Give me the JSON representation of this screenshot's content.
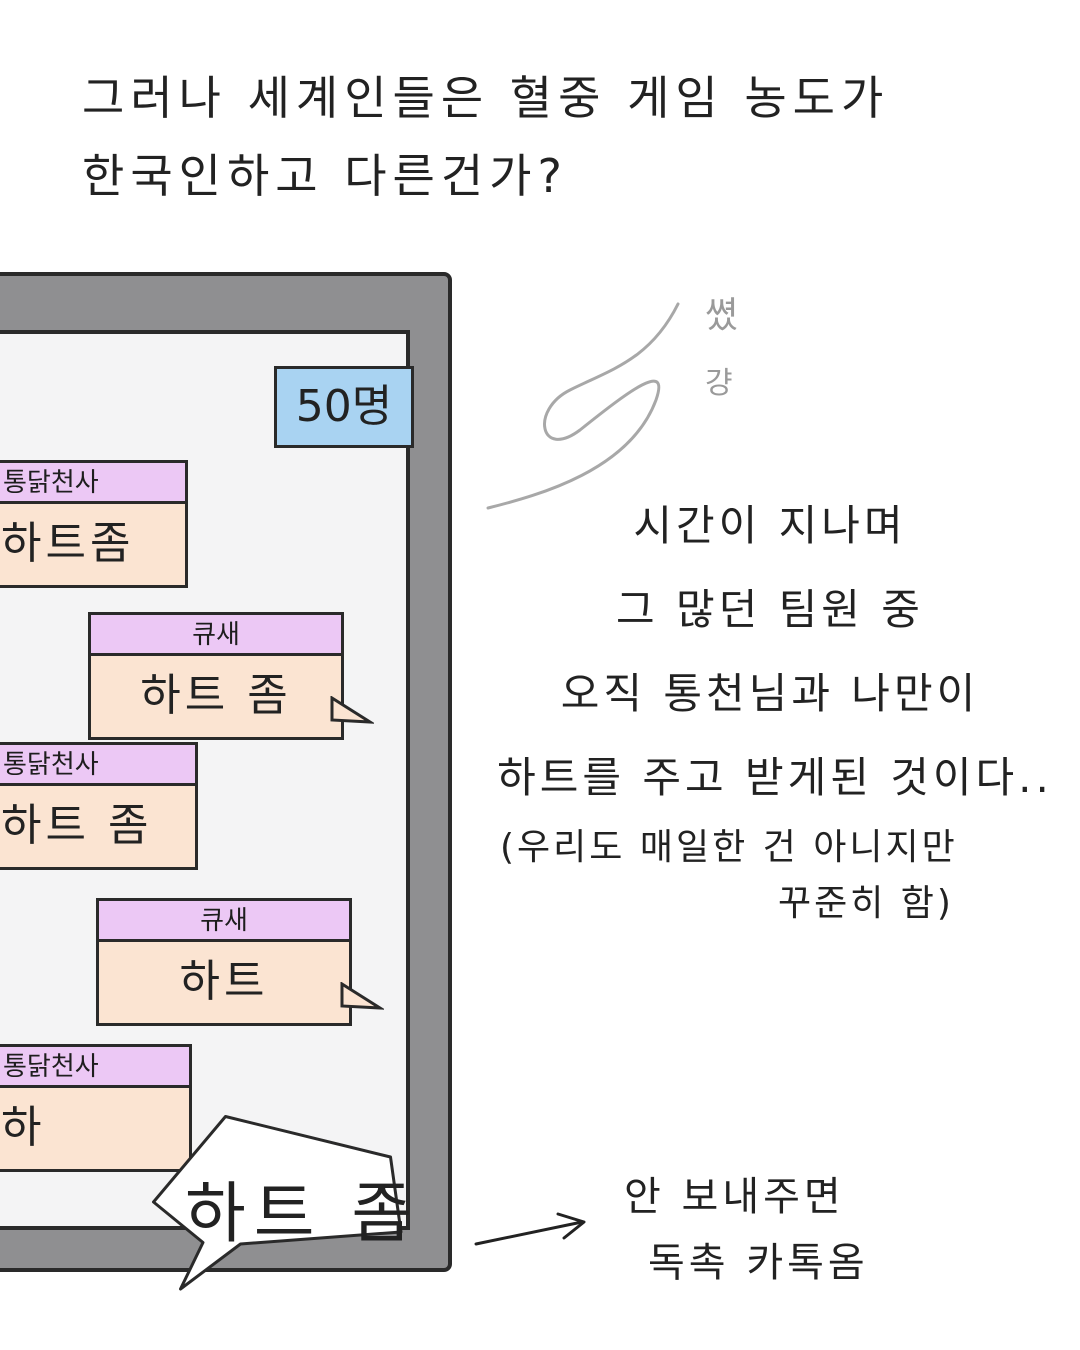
{
  "caption": {
    "line1": "그러나 세계인들은 혈중 게임 농도가",
    "line2": "한국인하고 다른건가?"
  },
  "phone": {
    "member_count": "50명",
    "messages": [
      {
        "sender": "통닭천사",
        "text": "하트좀",
        "side": "left"
      },
      {
        "sender": "큐새",
        "text": "하트 좀",
        "side": "right"
      },
      {
        "sender": "통닭천사",
        "text": "하트 좀",
        "side": "left"
      },
      {
        "sender": "큐새",
        "text": "하트",
        "side": "right"
      },
      {
        "sender": "통닭천사",
        "text": "하",
        "side": "left"
      }
    ]
  },
  "bubble": {
    "text": "하트 좀"
  },
  "narration": {
    "line1": "시간이 지나며",
    "line2": "그 많던 팀원 중",
    "line3": "오직 통천님과 나만이",
    "line4": "하트를 주고 받게된 것이다..",
    "paren1": "(우리도 매일한 건 아니지만",
    "paren2": "꾸준히 함)"
  },
  "note": {
    "line1": "안 보내주면",
    "line2": "독촉 카톡옴"
  },
  "signature": {
    "line1": "쎴",
    "line2": "걍"
  },
  "colors": {
    "name_bar": "#ecc8f5",
    "message_body": "#fbe4d2",
    "badge": "#a9d3f2",
    "phone_frame": "#8f8f91",
    "screen": "#f4f4f5"
  }
}
